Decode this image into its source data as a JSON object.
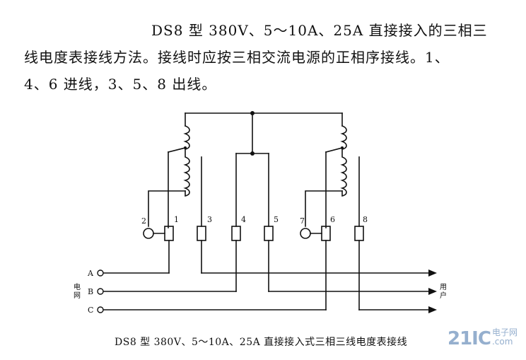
{
  "description": {
    "line1": "DS8 型 380V、5～10A、25A 直接接入的三相三",
    "line2": "线电度表接线方法。接线时应按三相交流电源的正相序接线。1、",
    "line3": "4、6 进线，3、5、8 出线。"
  },
  "diagram": {
    "terminals": [
      "2",
      "1",
      "3",
      "4",
      "5",
      "7",
      "6",
      "8"
    ],
    "phases": [
      "A",
      "B",
      "C"
    ],
    "left_label": [
      "电",
      "网"
    ],
    "right_label": [
      "用",
      "户"
    ]
  },
  "caption": "DS8 型 380V、5～10A、25A 直接接入式三相三线电度表接线",
  "watermark": {
    "logo": "21IC",
    "text_top": "电子网",
    "text_bottom": ".com"
  },
  "colors": {
    "line": "#111111",
    "background": "#ffffff",
    "watermark": "#8aa7c9"
  }
}
